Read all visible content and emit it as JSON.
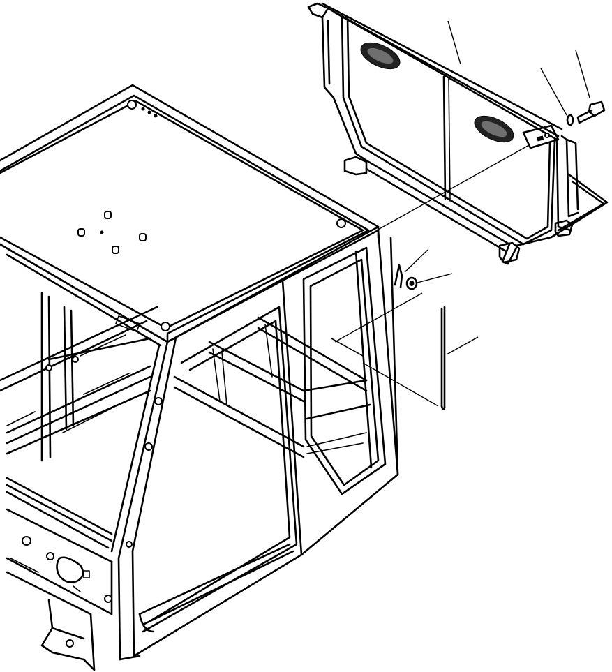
{
  "figure": {
    "parts": [
      {
        "name": "cab-frame",
        "callout": ""
      },
      {
        "name": "rear-guard-screen",
        "callout": ""
      },
      {
        "name": "lock-washer",
        "callout": ""
      },
      {
        "name": "mounting-bolt",
        "callout": ""
      },
      {
        "name": "cotter-pin",
        "callout": ""
      },
      {
        "name": "washer",
        "callout": ""
      },
      {
        "name": "pivot-pin",
        "callout": ""
      }
    ],
    "colors": {
      "ink": "#000000",
      "paper": "#ffffff"
    }
  }
}
